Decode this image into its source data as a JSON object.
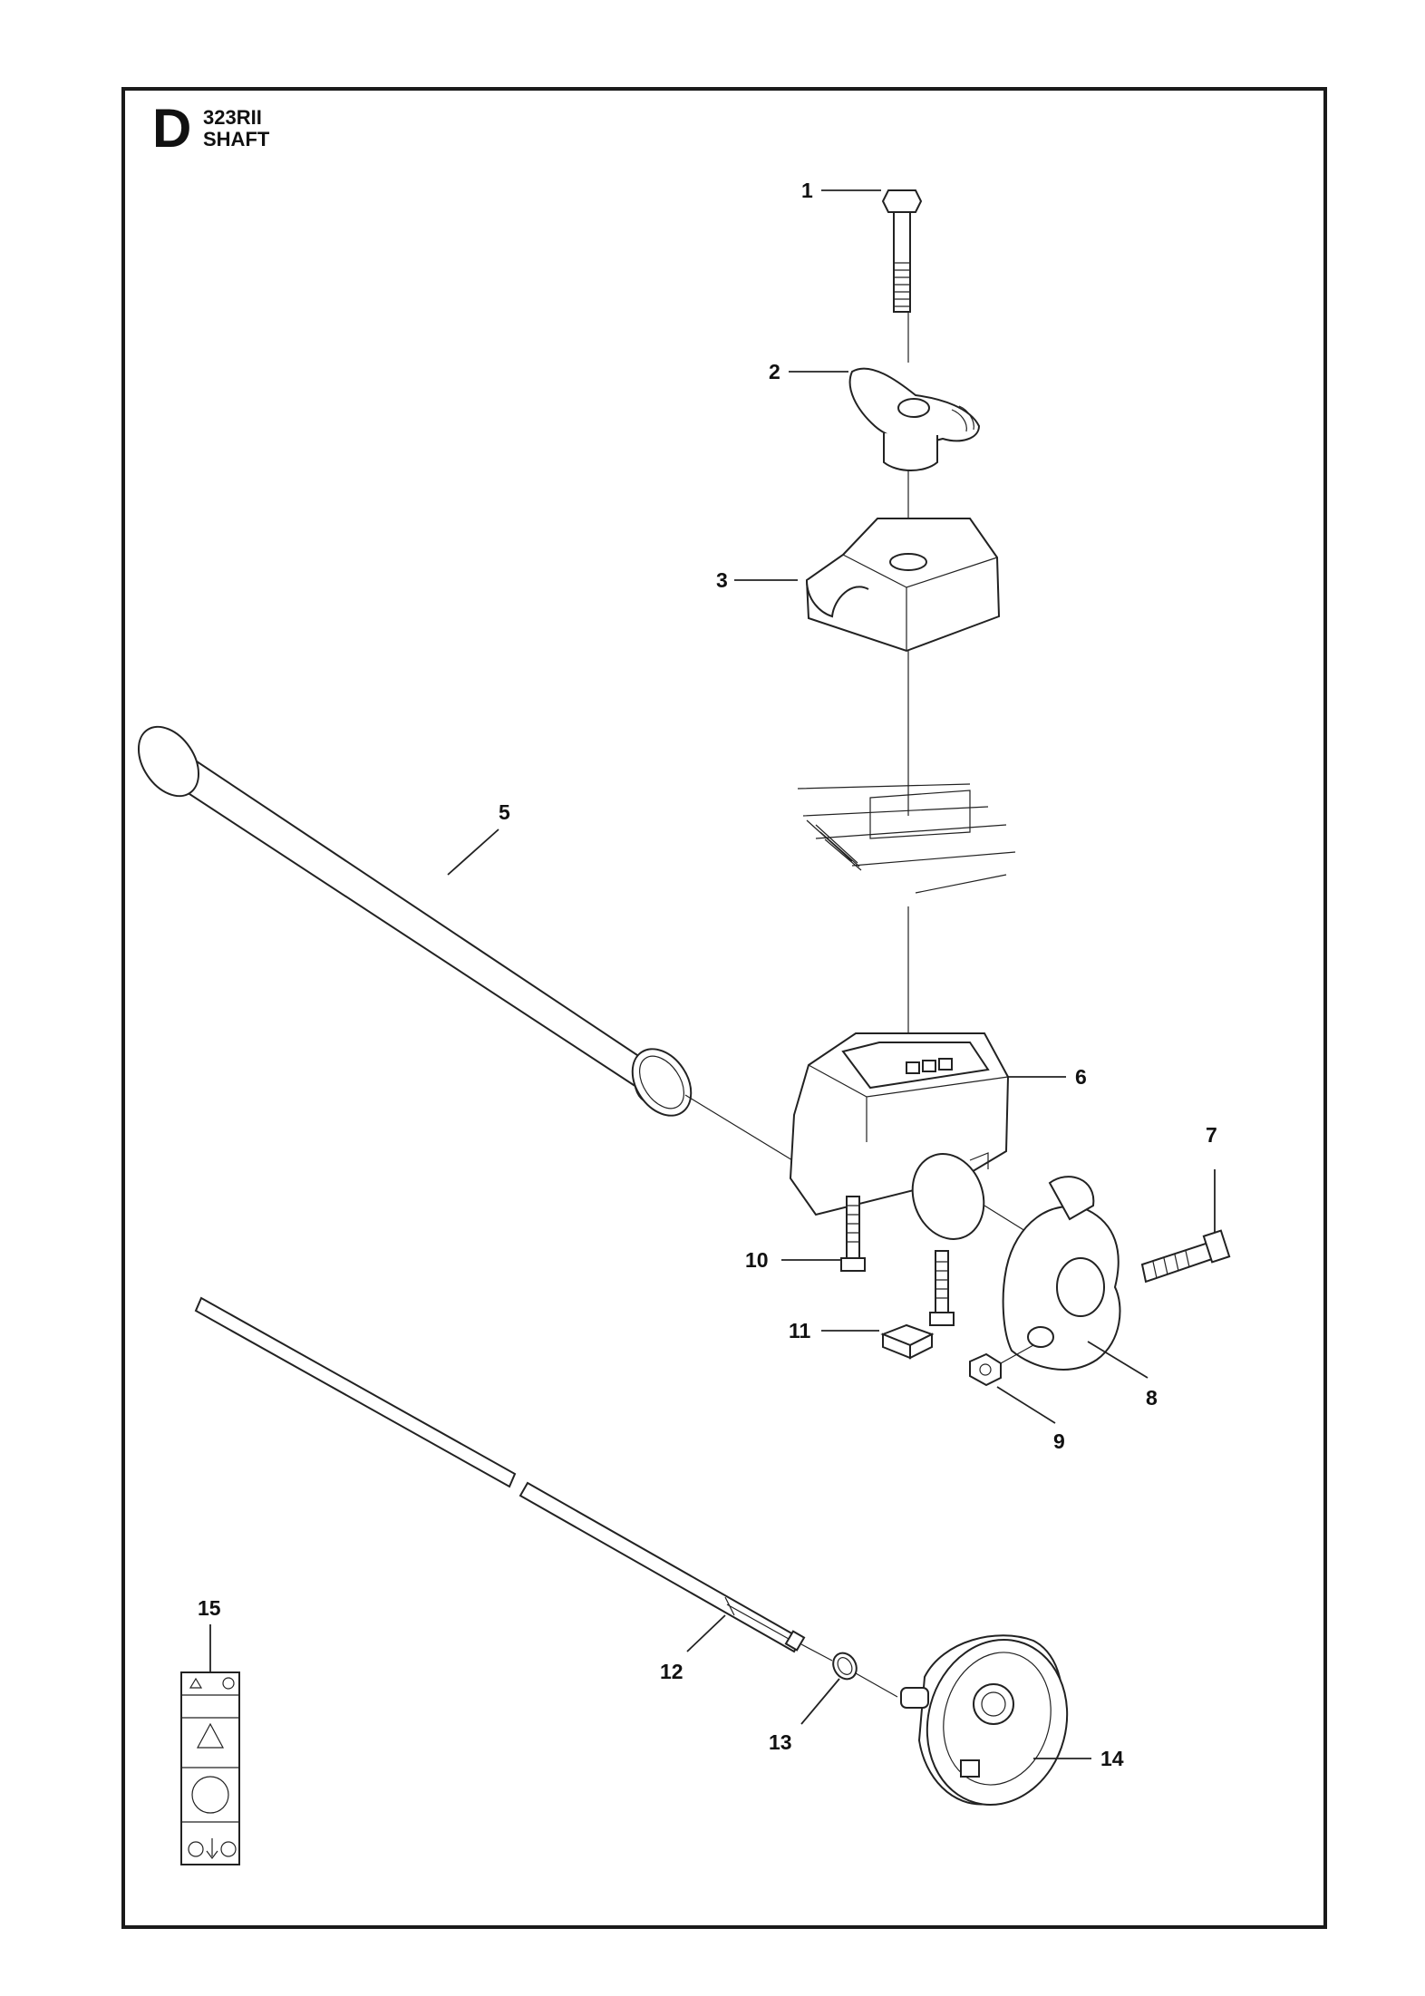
{
  "header": {
    "section_letter": "D",
    "model": "323RII",
    "title": "SHAFT"
  },
  "callouts": {
    "c1": "1",
    "c2": "2",
    "c3": "3",
    "c5": "5",
    "c6": "6",
    "c7": "7",
    "c8": "8",
    "c9": "9",
    "c10": "10",
    "c11": "11",
    "c12": "12",
    "c13": "13",
    "c14": "14",
    "c15": "15"
  },
  "colors": {
    "line": "#222222",
    "frame": "#1a1a1a",
    "background": "#ffffff"
  }
}
